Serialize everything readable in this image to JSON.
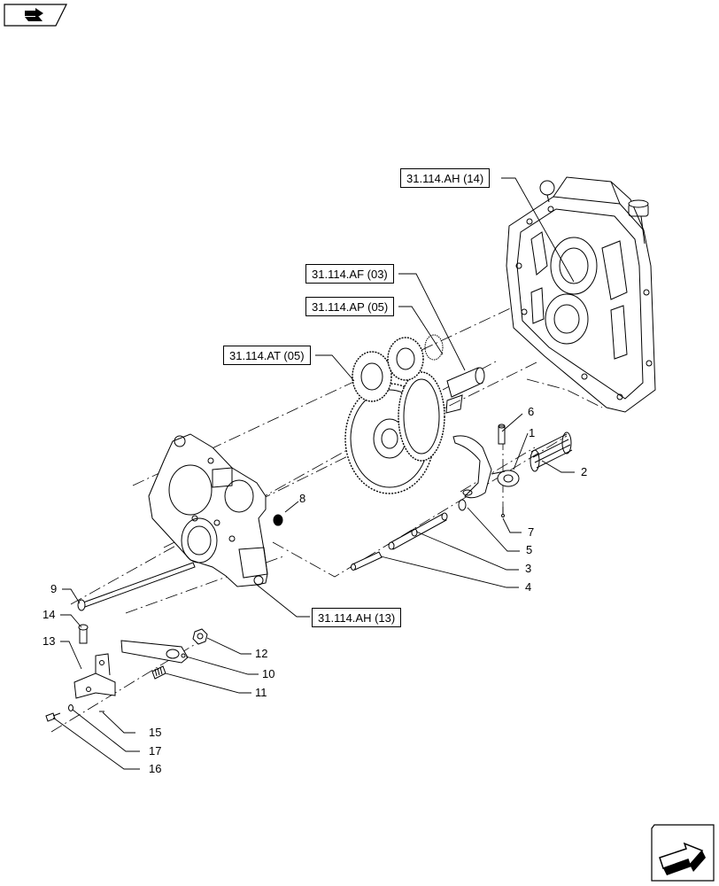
{
  "references": {
    "ah14": "31.114.AH (14)",
    "af03": "31.114.AF (03)",
    "ap05": "31.114.AP (05)",
    "at05": "31.114.AT (05)",
    "ah13": "31.114.AH (13)"
  },
  "callouts": {
    "c1": "1",
    "c2": "2",
    "c3": "3",
    "c4": "4",
    "c5": "5",
    "c6": "6",
    "c7": "7",
    "c8": "8",
    "c9": "9",
    "c10": "10",
    "c11": "11",
    "c12": "12",
    "c13": "13",
    "c14": "14",
    "c15": "15",
    "c16": "16",
    "c17": "17"
  },
  "icons": {
    "top_nav": "previous-page-icon",
    "bottom_nav": "next-page-icon"
  },
  "colors": {
    "line": "#000000",
    "fill": "#ffffff",
    "shade": "#e6e6e6"
  }
}
